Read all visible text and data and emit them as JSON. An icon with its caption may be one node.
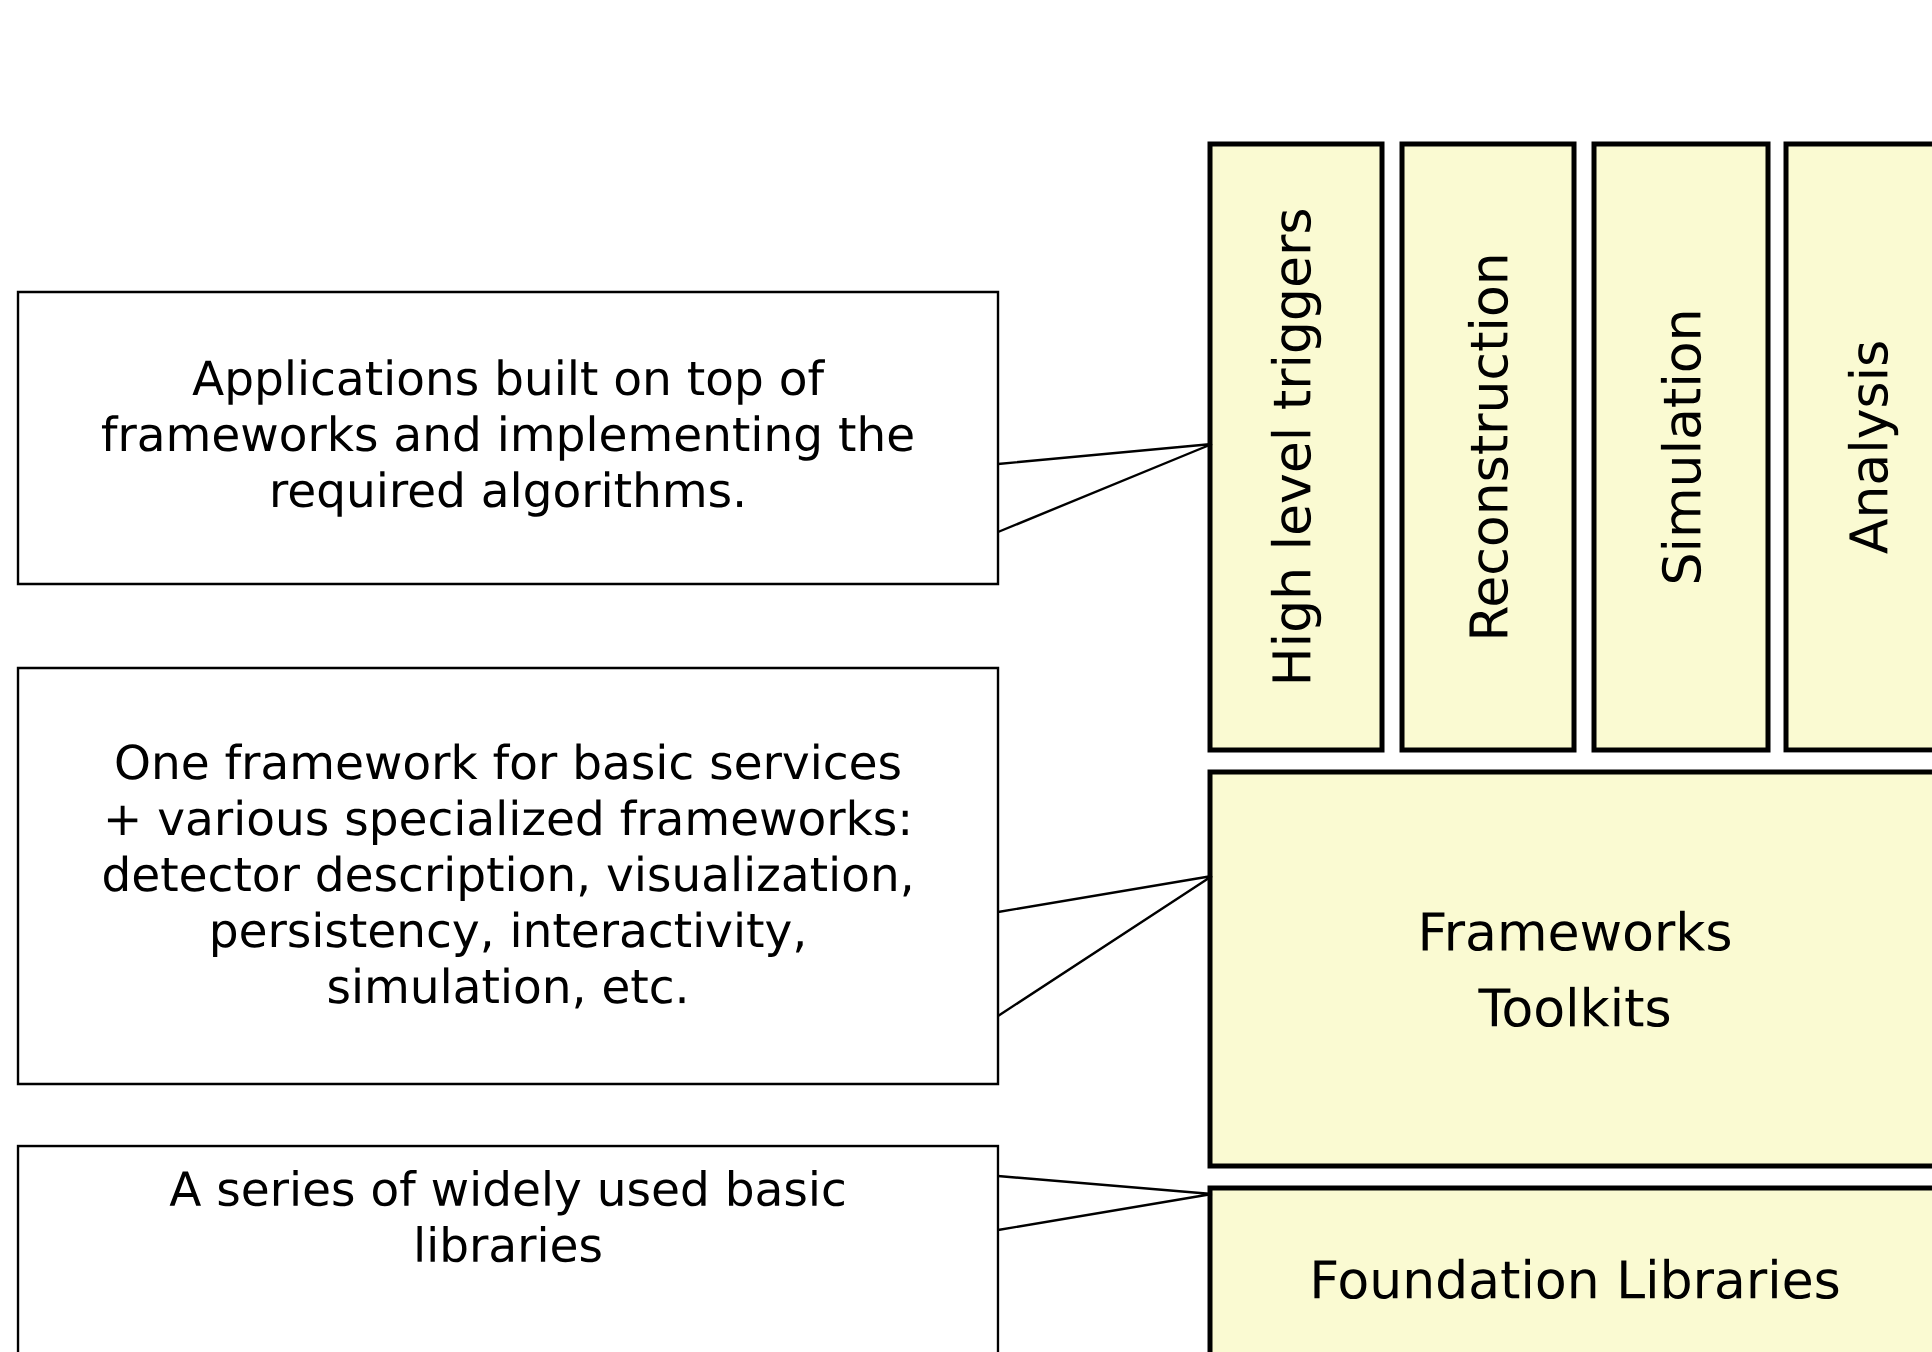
{
  "diagram": {
    "nodes": [
      {
        "text": [
          "Applications built on top of frameworks and implementing the required algorithms."
        ]
      },
      {
        "text": [
          "One framework for basic services + various specialized frameworks: detector description, visualization, persistency, interactivity, simulation, etc."
        ]
      },
      {
        "text": [
          "A series of widely used basic libraries"
        ]
      },
      {
        "text": [
          "High level triggers"
        ]
      },
      {
        "text": [
          "Reconstruction"
        ]
      },
      {
        "text": [
          "Simulation"
        ]
      },
      {
        "text": [
          "Analysis"
        ]
      },
      {
        "text": [
          "Frameworks Toolkits"
        ]
      },
      {
        "text": [
          "Foundation Libraries"
        ]
      }
    ],
    "edges": [
      {
        "from": 0,
        "to": 3,
        "arrow": "none"
      },
      {
        "from": 1,
        "to": 7,
        "arrow": "none"
      },
      {
        "from": 2,
        "to": 8,
        "arrow": "none"
      }
    ]
  }
}
